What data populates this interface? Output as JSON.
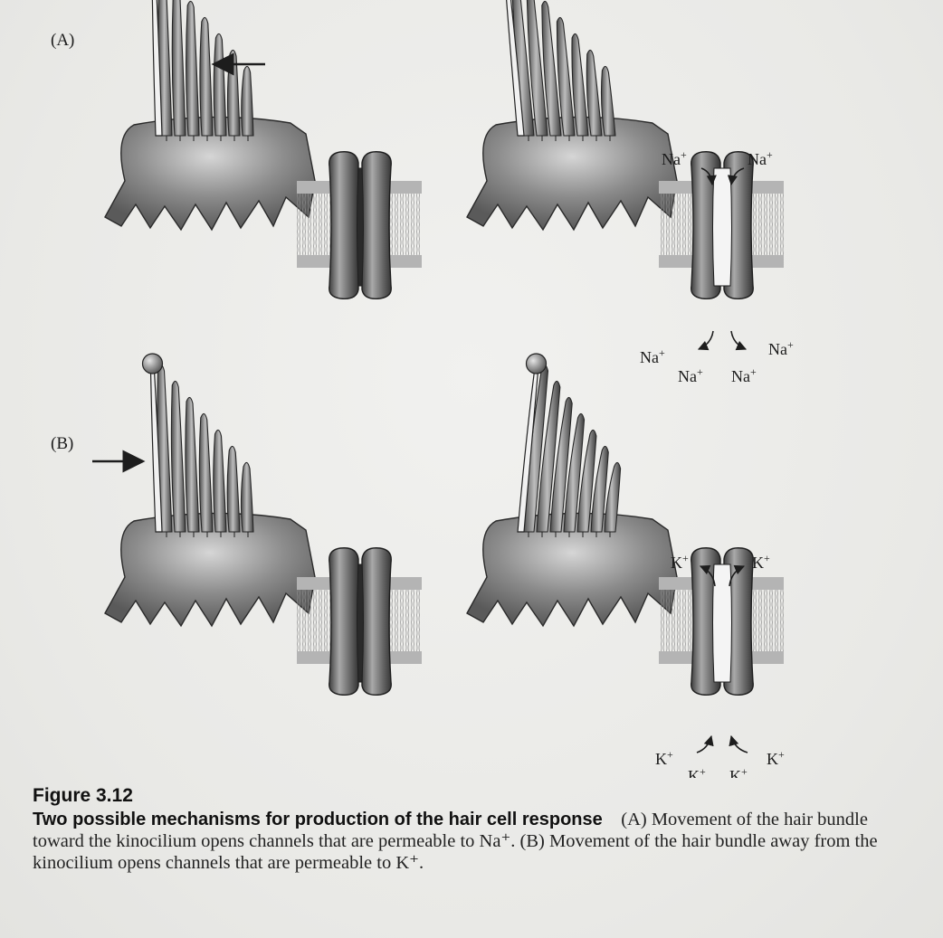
{
  "panels": [
    {
      "label": "(A)"
    },
    {
      "label": "(B)"
    }
  ],
  "ions": {
    "na": "Na",
    "k": "K",
    "charge": "+"
  },
  "caption": {
    "figure_number": "Figure 3.12",
    "title": "Two possible mechanisms for production of the hair cell response",
    "text": "(A) Movement of the hair bundle toward the kinocilium opens channels that are permeable to Na⁺. (B) Movement of the hair bundle away from the kinocilium opens channels that are permeable to K⁺."
  },
  "colors": {
    "cell_body": "#7d7d7d",
    "cell_body_highlight": "#c9c9c9",
    "membrane_band": "#b4b4b4",
    "channel": "#6e6e6e",
    "ink": "#1d1d1d"
  }
}
